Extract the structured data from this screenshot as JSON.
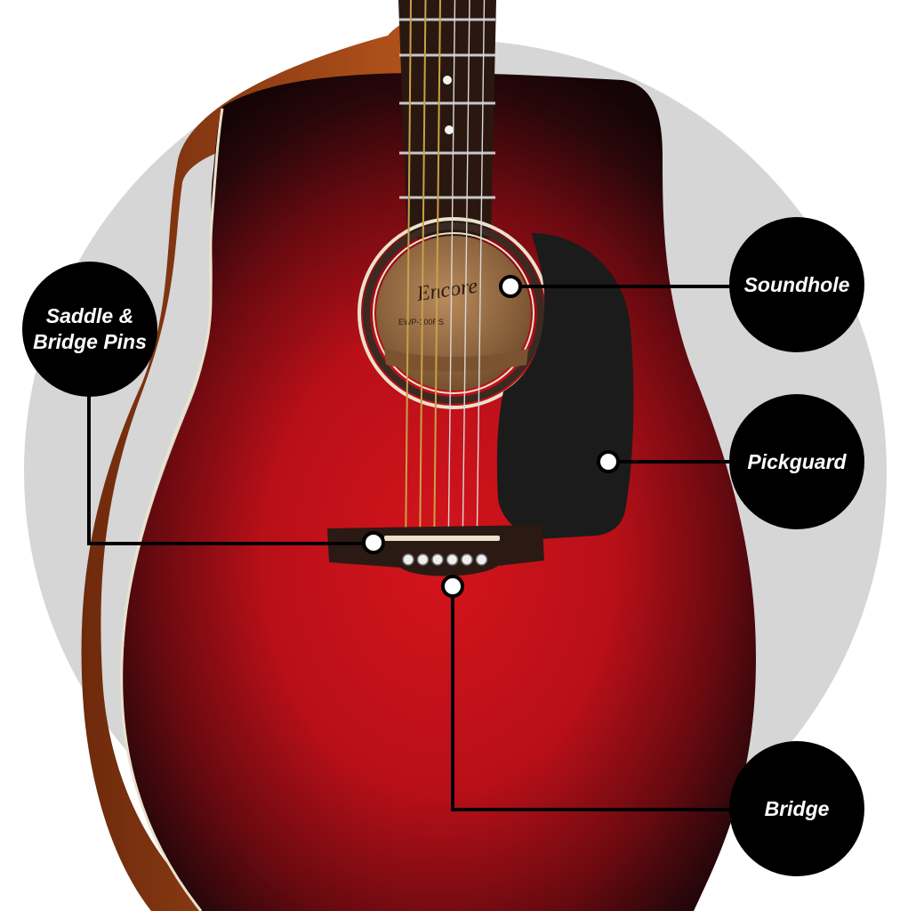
{
  "diagram": {
    "subject": "acoustic guitar body",
    "logo_text": "Encore",
    "model_text": "EWP-100RS",
    "colors": {
      "background_disc": "#d6d6d6",
      "body_red": "#d4141c",
      "body_burst_dark": "#1a0608",
      "binding": "#e9e2cc",
      "side_wood": "#9a4216",
      "neck": "#2a1810",
      "fret": "#c9c9c9",
      "inlay": "#f4f4f4",
      "soundhole_inner": "#a8774b",
      "pickguard": "#1b1b1b",
      "bridge_wood": "#2b1a13",
      "pin": "#efefef",
      "label_fill": "#000000",
      "label_text": "#ffffff",
      "leader_line": "#000000",
      "marker_fill": "#ffffff"
    }
  },
  "callouts": [
    {
      "id": "soundhole",
      "label": "Soundhole"
    },
    {
      "id": "pickguard",
      "label": "Pickguard"
    },
    {
      "id": "saddle",
      "label_lines": [
        "Saddle &",
        "Bridge Pins"
      ]
    },
    {
      "id": "bridge",
      "label": "Bridge"
    }
  ]
}
